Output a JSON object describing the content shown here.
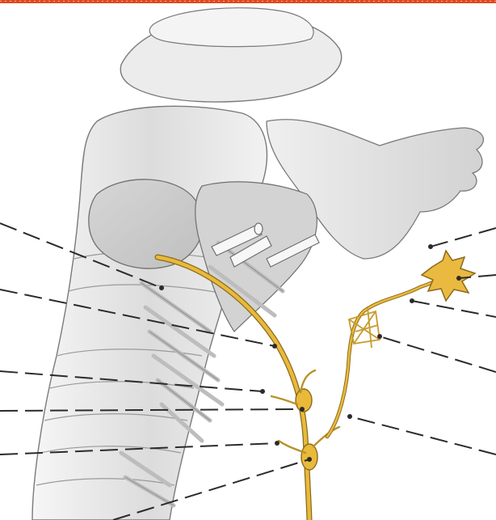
{
  "figure": {
    "kind": "anatomical illustration",
    "labels_present": false
  },
  "colors": {
    "frame_border": "#e0481b",
    "background": "#ffffff",
    "nerve_yellow": "#e9b93a",
    "nerve_outline": "#8a6a1c",
    "tissue_light": "#e8e8e8",
    "tissue_mid": "#cfcfcf",
    "tissue_dark": "#a9a9a9",
    "outline": "#6f6f6f",
    "leader_line": "#2b2b2b"
  },
  "leader_lines": [
    {
      "id": "leader-1",
      "side": "left"
    },
    {
      "id": "leader-2",
      "side": "left"
    },
    {
      "id": "leader-3",
      "side": "left"
    },
    {
      "id": "leader-4",
      "side": "left"
    },
    {
      "id": "leader-5",
      "side": "left"
    },
    {
      "id": "leader-6",
      "side": "left"
    },
    {
      "id": "leader-7",
      "side": "right"
    },
    {
      "id": "leader-8",
      "side": "right"
    },
    {
      "id": "leader-9",
      "side": "right"
    },
    {
      "id": "leader-10",
      "side": "right"
    }
  ]
}
